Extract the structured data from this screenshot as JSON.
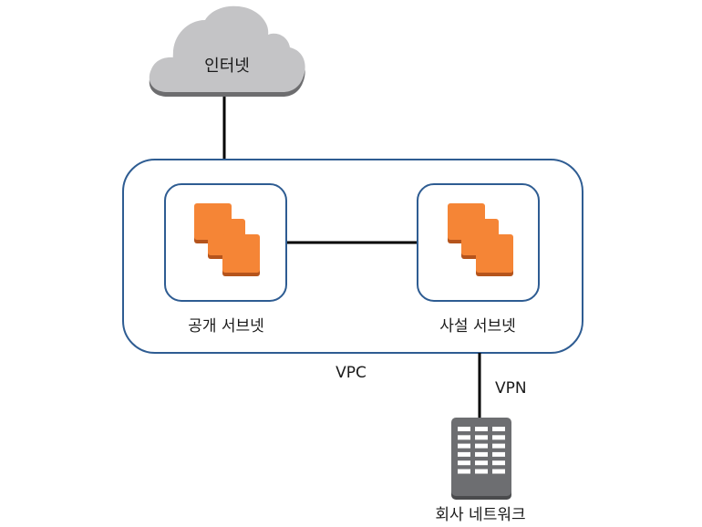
{
  "diagram": {
    "internet": {
      "label": "인터넷",
      "icon": "cloud-icon"
    },
    "vpc": {
      "label": "VPC"
    },
    "public_subnet": {
      "label": "공개 서브넷",
      "icon": "ec2-instances-icon"
    },
    "private_subnet": {
      "label": "사설 서브넷",
      "icon": "ec2-instances-icon"
    },
    "vpn": {
      "label": "VPN"
    },
    "corporate_network": {
      "label": "회사 네트워크",
      "icon": "building-icon"
    },
    "colors": {
      "vpc_border": "#2e5c92",
      "subnet_border": "#2e5c92",
      "instance_fill": "#f58536",
      "instance_shadow": "#b5541c",
      "cloud_fill": "#c4c4c6",
      "cloud_shadow": "#6d6d6f",
      "building_fill": "#6d6e71",
      "building_shadow": "#4a4b4d",
      "connector": "#000000"
    }
  }
}
